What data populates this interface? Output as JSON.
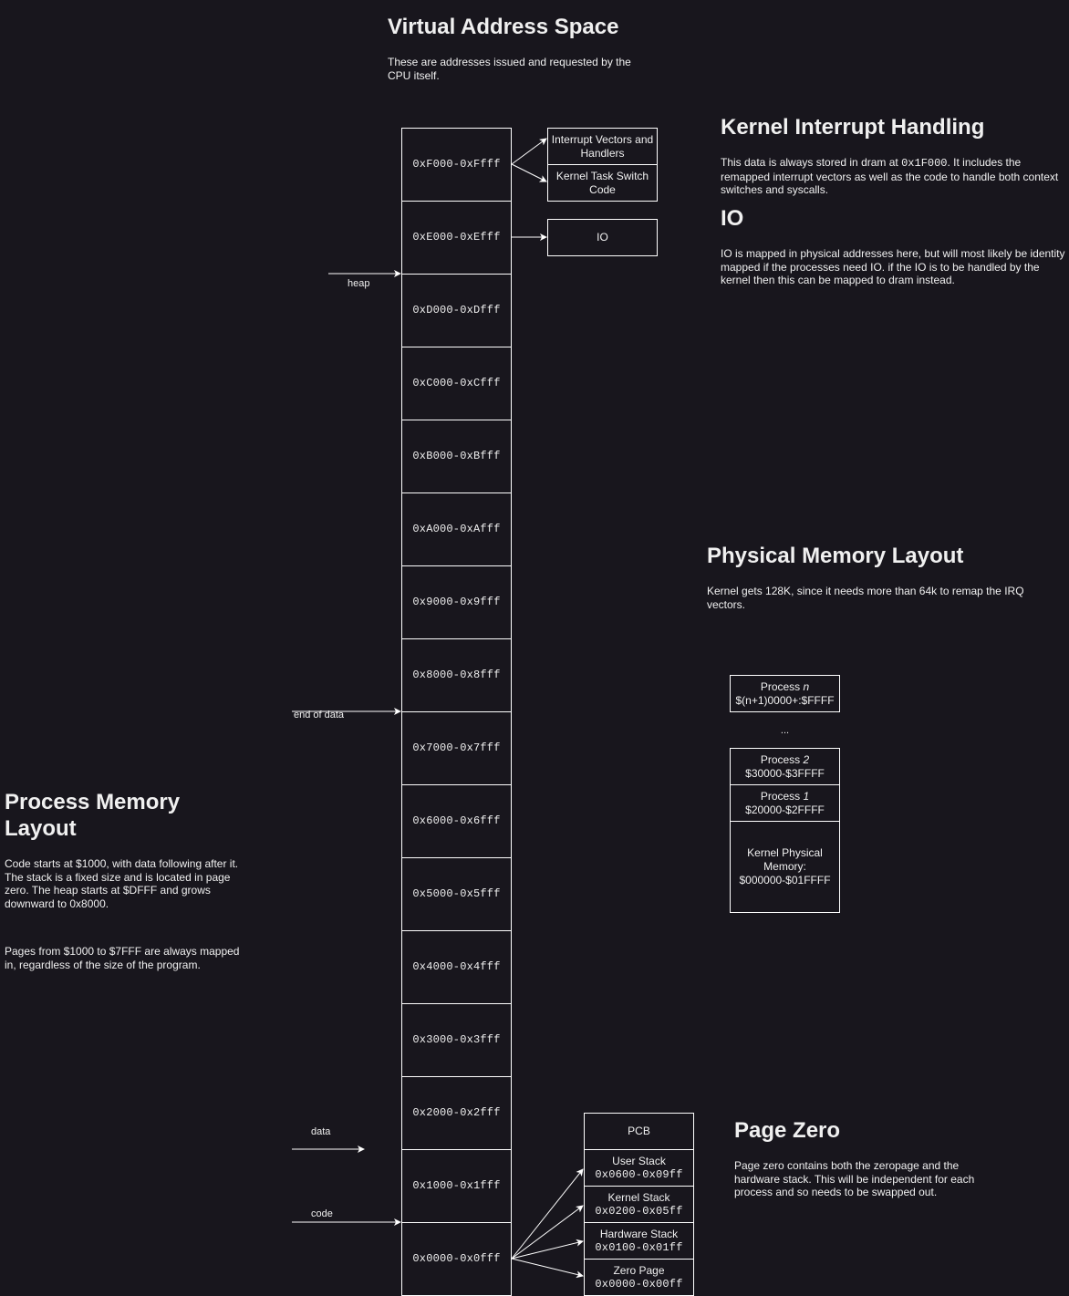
{
  "virtual": {
    "title": "Virtual Address Space",
    "desc": "These are addresses issued and requested by the CPU itself.",
    "ranges": [
      "0xF000-0xFfff",
      "0xE000-0xEfff",
      "0xD000-0xDfff",
      "0xC000-0xCfff",
      "0xB000-0xBfff",
      "0xA000-0xAfff",
      "0x9000-0x9fff",
      "0x8000-0x8fff",
      "0x7000-0x7fff",
      "0x6000-0x6fff",
      "0x5000-0x5fff",
      "0x4000-0x4fff",
      "0x3000-0x3fff",
      "0x2000-0x2fff",
      "0x1000-0x1fff",
      "0x0000-0x0fff"
    ]
  },
  "top_boxes": {
    "interrupt_vectors": "Interrupt Vectors and Handlers",
    "kernel_task_switch": "Kernel Task Switch Code",
    "io": "IO"
  },
  "arrows": {
    "heap": "heap",
    "end_of_data": "end of data",
    "data": "data",
    "code": "code"
  },
  "kernel_interrupt": {
    "title": "Kernel Interrupt Handling",
    "desc_pre": "This data is always stored in dram at ",
    "desc_code": "0x1F000",
    "desc_post": ". It includes the remapped interrupt vectors as well as the code to handle both context switches and syscalls."
  },
  "io_section": {
    "title": "IO",
    "desc": "IO is mapped in physical addresses here, but will most likely be identity mapped if the processes need IO. if the IO is to be handled by the kernel then this can be mapped to dram instead."
  },
  "physical": {
    "title": "Physical Memory Layout",
    "desc": "Kernel gets 128K, since it needs more than 64k to remap the IRQ vectors.",
    "process_n_label": "Process ",
    "process_n_var": "n",
    "process_n_range": "$(n+1)0000+:$FFFF",
    "ellipsis": "...",
    "process_2_label": "Process ",
    "process_2_var": "2",
    "process_2_range": "$30000-$3FFFF",
    "process_1_label": "Process ",
    "process_1_var": "1",
    "process_1_range": "$20000-$2FFFF",
    "kernel_line1": "Kernel Physical Memory:",
    "kernel_line2": "$000000-$01FFFF"
  },
  "process_layout": {
    "title": "Process Memory Layout",
    "desc1": "Code starts at $1000, with data following after it. The stack is a fixed size and is located in page zero. The heap starts at $DFFF and grows downward to 0x8000.",
    "desc2": "Pages from $1000 to $7FFF are always mapped in, regardless of the size of the program."
  },
  "page_zero_boxes": {
    "pcb": "PCB",
    "user_stack": "User Stack",
    "user_stack_range": "0x0600-0x09ff",
    "kernel_stack": "Kernel Stack",
    "kernel_stack_range": "0x0200-0x05ff",
    "hardware_stack": "Hardware Stack",
    "hardware_stack_range": "0x0100-0x01ff",
    "zero_page": "Zero Page",
    "zero_page_range": "0x0000-0x00ff"
  },
  "page_zero": {
    "title": "Page Zero",
    "desc": "Page zero contains both the zeropage and the hardware stack. This will be independent for each process and so needs to be swapped out."
  }
}
